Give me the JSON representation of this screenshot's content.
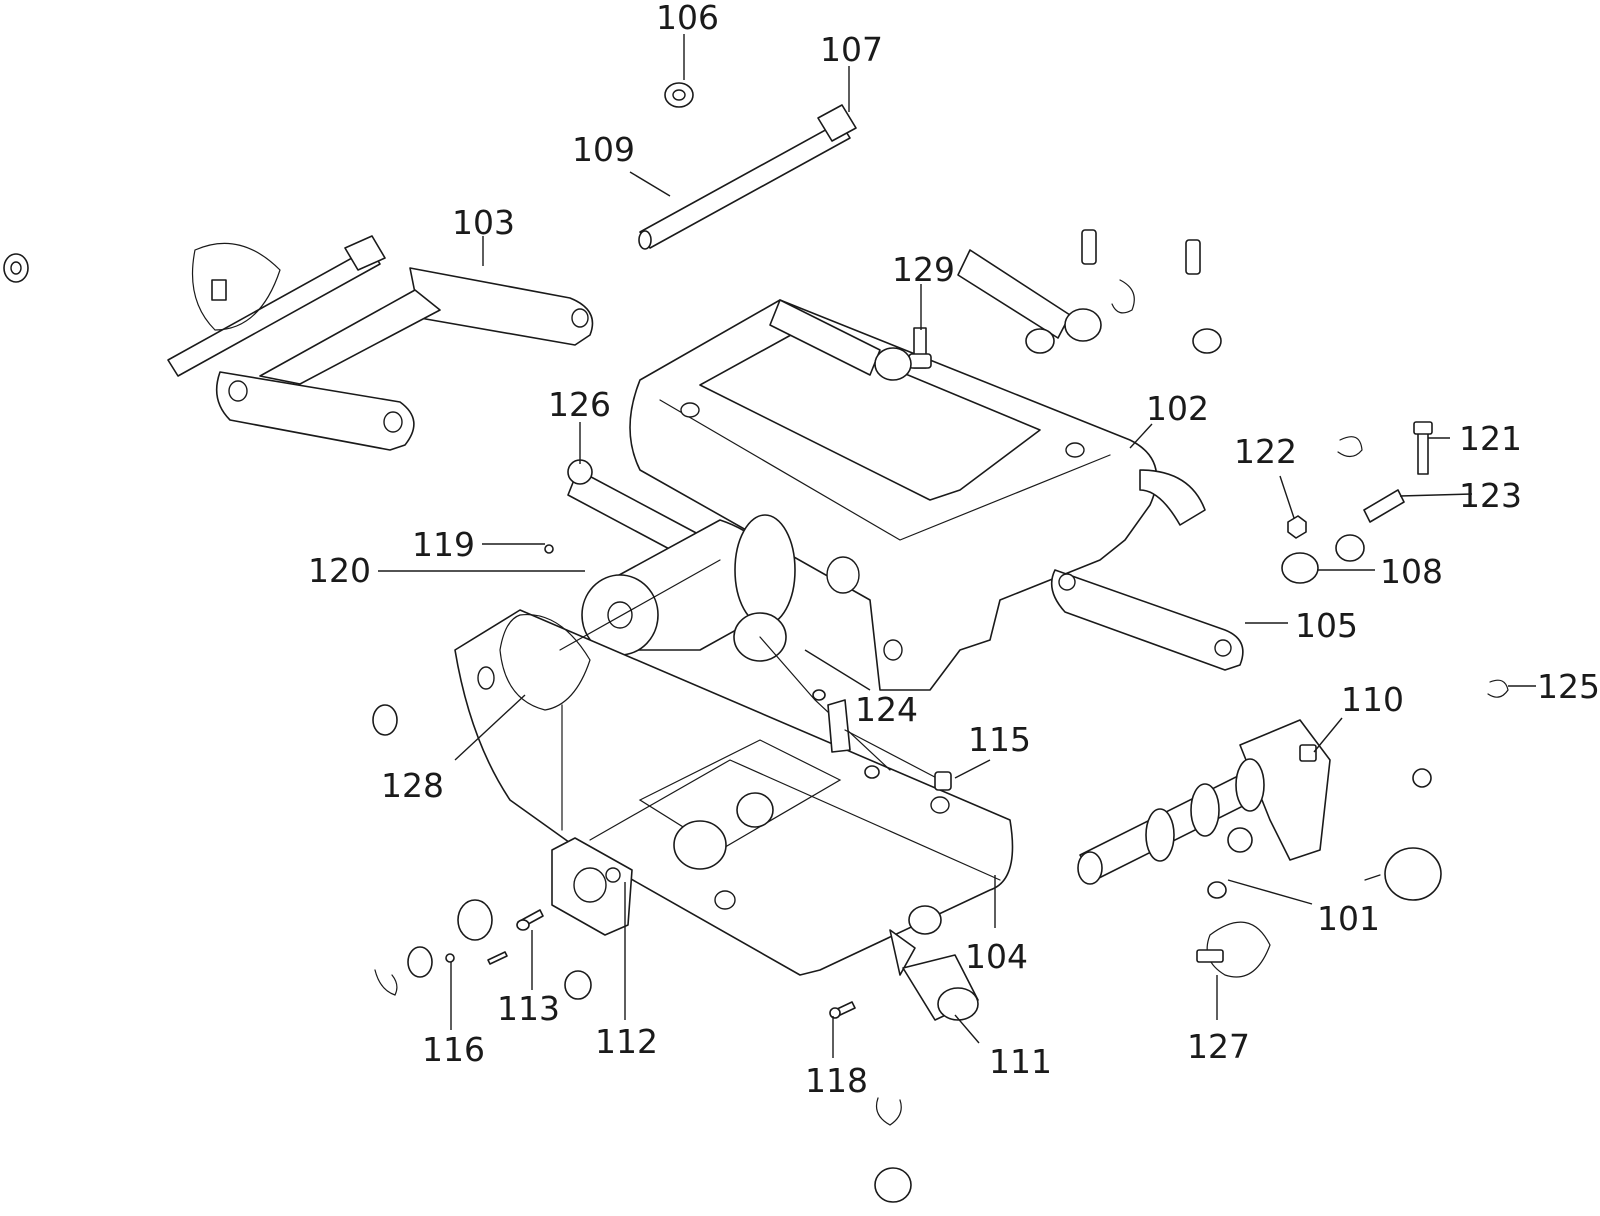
{
  "colors": {
    "line": "#1a1a1a",
    "background": "#ffffff"
  },
  "callouts": {
    "c101": "101",
    "c102": "102",
    "c103": "103",
    "c104": "104",
    "c105": "105",
    "c106": "106",
    "c107": "107",
    "c108": "108",
    "c109": "109",
    "c110": "110",
    "c111": "111",
    "c112": "112",
    "c113": "113",
    "c115": "115",
    "c116": "116",
    "c118": "118",
    "c119": "119",
    "c120": "120",
    "c121": "121",
    "c122": "122",
    "c123": "123",
    "c124": "124",
    "c125": "125",
    "c126": "126",
    "c127": "127",
    "c128": "128",
    "c129": "129"
  }
}
